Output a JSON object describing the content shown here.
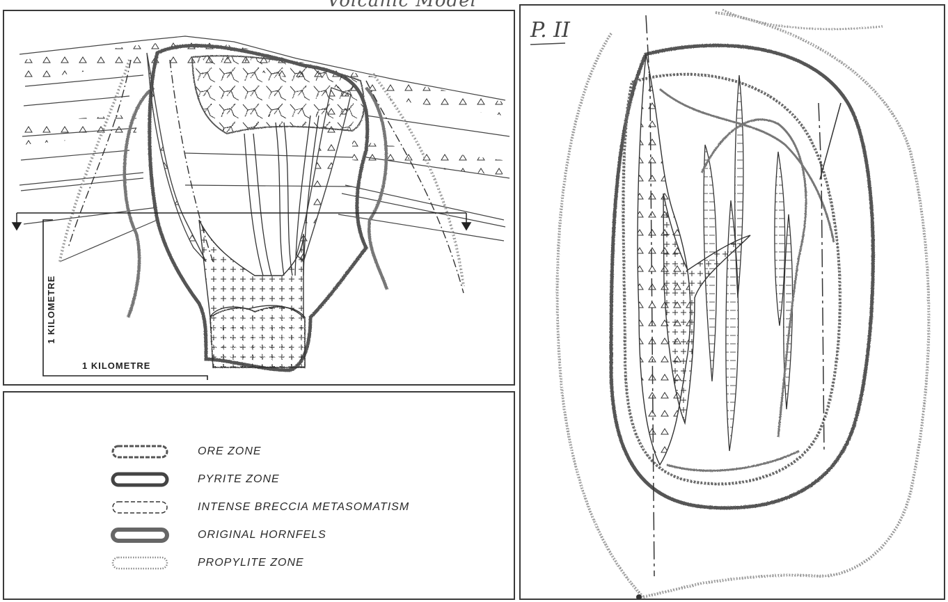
{
  "top_title": "Volcanic Model",
  "section": {
    "scale_vertical": "1 KILOMETRE",
    "scale_horizontal": "1 KILOMETRE"
  },
  "legend": {
    "items": [
      {
        "label": "ORE ZONE",
        "symbol": "ore-zone-outline-icon"
      },
      {
        "label": "PYRITE ZONE",
        "symbol": "pyrite-zone-outline-icon"
      },
      {
        "label": "INTENSE BRECCIA METASOMATISM",
        "symbol": "breccia-dashed-outline-icon"
      },
      {
        "label": "ORIGINAL HORNFELS",
        "symbol": "hornfels-outline-icon"
      },
      {
        "label": "PROPYLITE ZONE",
        "symbol": "propylite-outline-icon"
      }
    ]
  },
  "plan": {
    "label": "P. II"
  }
}
